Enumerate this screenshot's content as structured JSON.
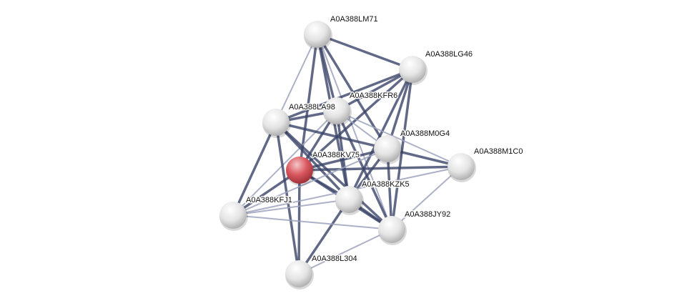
{
  "network": {
    "query_node": "A0A388KV75",
    "colors": {
      "query": "#d9585f",
      "node": "#e6e6e6",
      "strong_edge": "#3a4468",
      "weak_edge": "#9ea3bd"
    },
    "nodes": [
      {
        "id": "LM71",
        "label": "A0A388LM71"
      },
      {
        "id": "LG46",
        "label": "A0A388LG46"
      },
      {
        "id": "KFR6",
        "label": "A0A388KFR6"
      },
      {
        "id": "LA98",
        "label": "A0A388LA98"
      },
      {
        "id": "M0G4",
        "label": "A0A388M0G4"
      },
      {
        "id": "KV75",
        "label": "A0A388KV75"
      },
      {
        "id": "M1C0",
        "label": "A0A388M1C0"
      },
      {
        "id": "KZK5",
        "label": "A0A388KZK5"
      },
      {
        "id": "KFJ1",
        "label": "A0A388KFJ1"
      },
      {
        "id": "JY92",
        "label": "A0A388JY92"
      },
      {
        "id": "L304",
        "label": "A0A388L304"
      }
    ],
    "edges": [
      [
        "LM71",
        "LG46",
        "strong"
      ],
      [
        "LM71",
        "LA98",
        "weak"
      ],
      [
        "LM71",
        "KV75",
        "strong"
      ],
      [
        "LM71",
        "KFR6",
        "strong"
      ],
      [
        "LM71",
        "KZK5",
        "strong"
      ],
      [
        "LM71",
        "M0G4",
        "strong"
      ],
      [
        "LM71",
        "JY92",
        "weak"
      ],
      [
        "LG46",
        "KFR6",
        "strong"
      ],
      [
        "LG46",
        "LA98",
        "strong"
      ],
      [
        "LG46",
        "KV75",
        "strong"
      ],
      [
        "LG46",
        "M0G4",
        "strong"
      ],
      [
        "LG46",
        "KZK5",
        "strong"
      ],
      [
        "LG46",
        "JY92",
        "strong"
      ],
      [
        "KFR6",
        "LA98",
        "strong"
      ],
      [
        "KFR6",
        "KV75",
        "strong"
      ],
      [
        "KFR6",
        "KZK5",
        "strong"
      ],
      [
        "KFR6",
        "JY92",
        "strong"
      ],
      [
        "KFR6",
        "M0G4",
        "weak"
      ],
      [
        "KFR6",
        "KFJ1",
        "weak"
      ],
      [
        "KFR6",
        "M1C0",
        "weak"
      ],
      [
        "LA98",
        "M0G4",
        "strong"
      ],
      [
        "LA98",
        "KZK5",
        "strong"
      ],
      [
        "LA98",
        "JY92",
        "strong"
      ],
      [
        "LA98",
        "KFJ1",
        "strong"
      ],
      [
        "LA98",
        "L304",
        "strong"
      ],
      [
        "KV75",
        "M0G4",
        "strong"
      ],
      [
        "KV75",
        "M1C0",
        "strong"
      ],
      [
        "KV75",
        "KZK5",
        "strong"
      ],
      [
        "KV75",
        "JY92",
        "strong"
      ],
      [
        "KV75",
        "KFJ1",
        "strong"
      ],
      [
        "KV75",
        "L304",
        "strong"
      ],
      [
        "M0G4",
        "M1C0",
        "strong"
      ],
      [
        "M0G4",
        "KZK5",
        "strong"
      ],
      [
        "M0G4",
        "JY92",
        "strong"
      ],
      [
        "M0G4",
        "KFJ1",
        "weak"
      ],
      [
        "M1C0",
        "KFJ1",
        "weak"
      ],
      [
        "M1C0",
        "JY92",
        "weak"
      ],
      [
        "KZK5",
        "JY92",
        "strong"
      ],
      [
        "KZK5",
        "L304",
        "strong"
      ],
      [
        "KZK5",
        "KFJ1",
        "weak"
      ],
      [
        "KFJ1",
        "JY92",
        "weak"
      ],
      [
        "JY92",
        "L304",
        "weak"
      ]
    ]
  }
}
